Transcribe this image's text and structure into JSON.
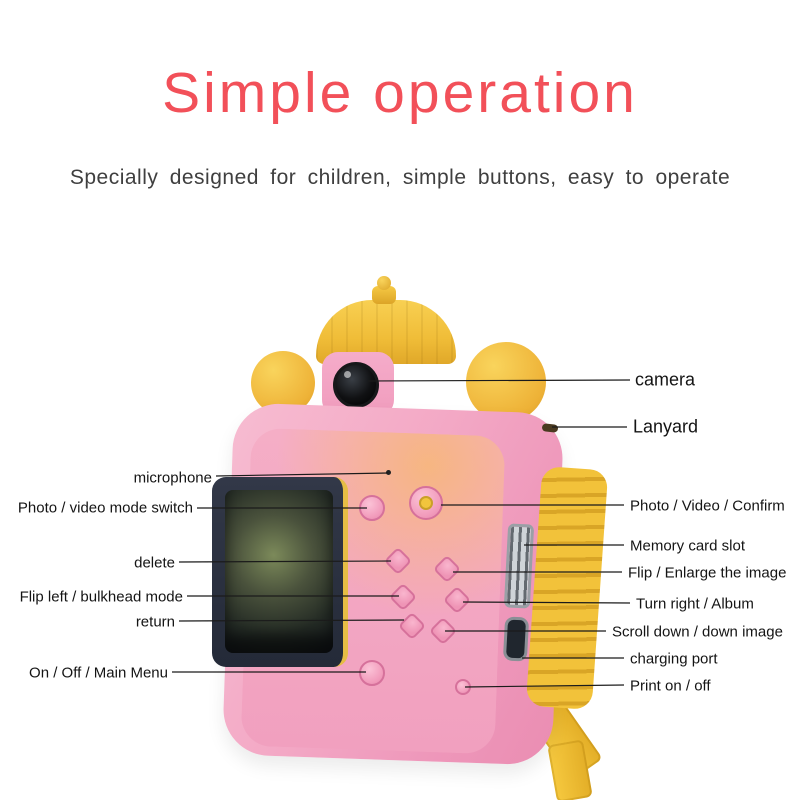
{
  "title": "Simple operation",
  "subtitle": "Specially designed for children, simple buttons, easy to operate",
  "callouts_left": [
    {
      "text": "microphone"
    },
    {
      "text": "Photo / video mode switch"
    },
    {
      "text": "delete"
    },
    {
      "text": "Flip left / bulkhead mode"
    },
    {
      "text": "return"
    },
    {
      "text": "On / Off / Main Menu"
    }
  ],
  "callouts_right": [
    {
      "text": "camera"
    },
    {
      "text": "Lanyard"
    },
    {
      "text": "Photo / Video / Confirm"
    },
    {
      "text": "Memory card slot"
    },
    {
      "text": "Flip / Enlarge the image"
    },
    {
      "text": "Turn right / Album"
    },
    {
      "text": "Scroll down / down image"
    },
    {
      "text": "charging port"
    },
    {
      "text": "Print on / off"
    }
  ],
  "colors": {
    "title_red": "#f25059",
    "subtitle_gray": "#3f3f3f",
    "callout_line": "#1b1b1b",
    "body_pink": "#f3a8c5",
    "accent_yellow": "#f6c93f",
    "screen_dark": "#242a38"
  }
}
